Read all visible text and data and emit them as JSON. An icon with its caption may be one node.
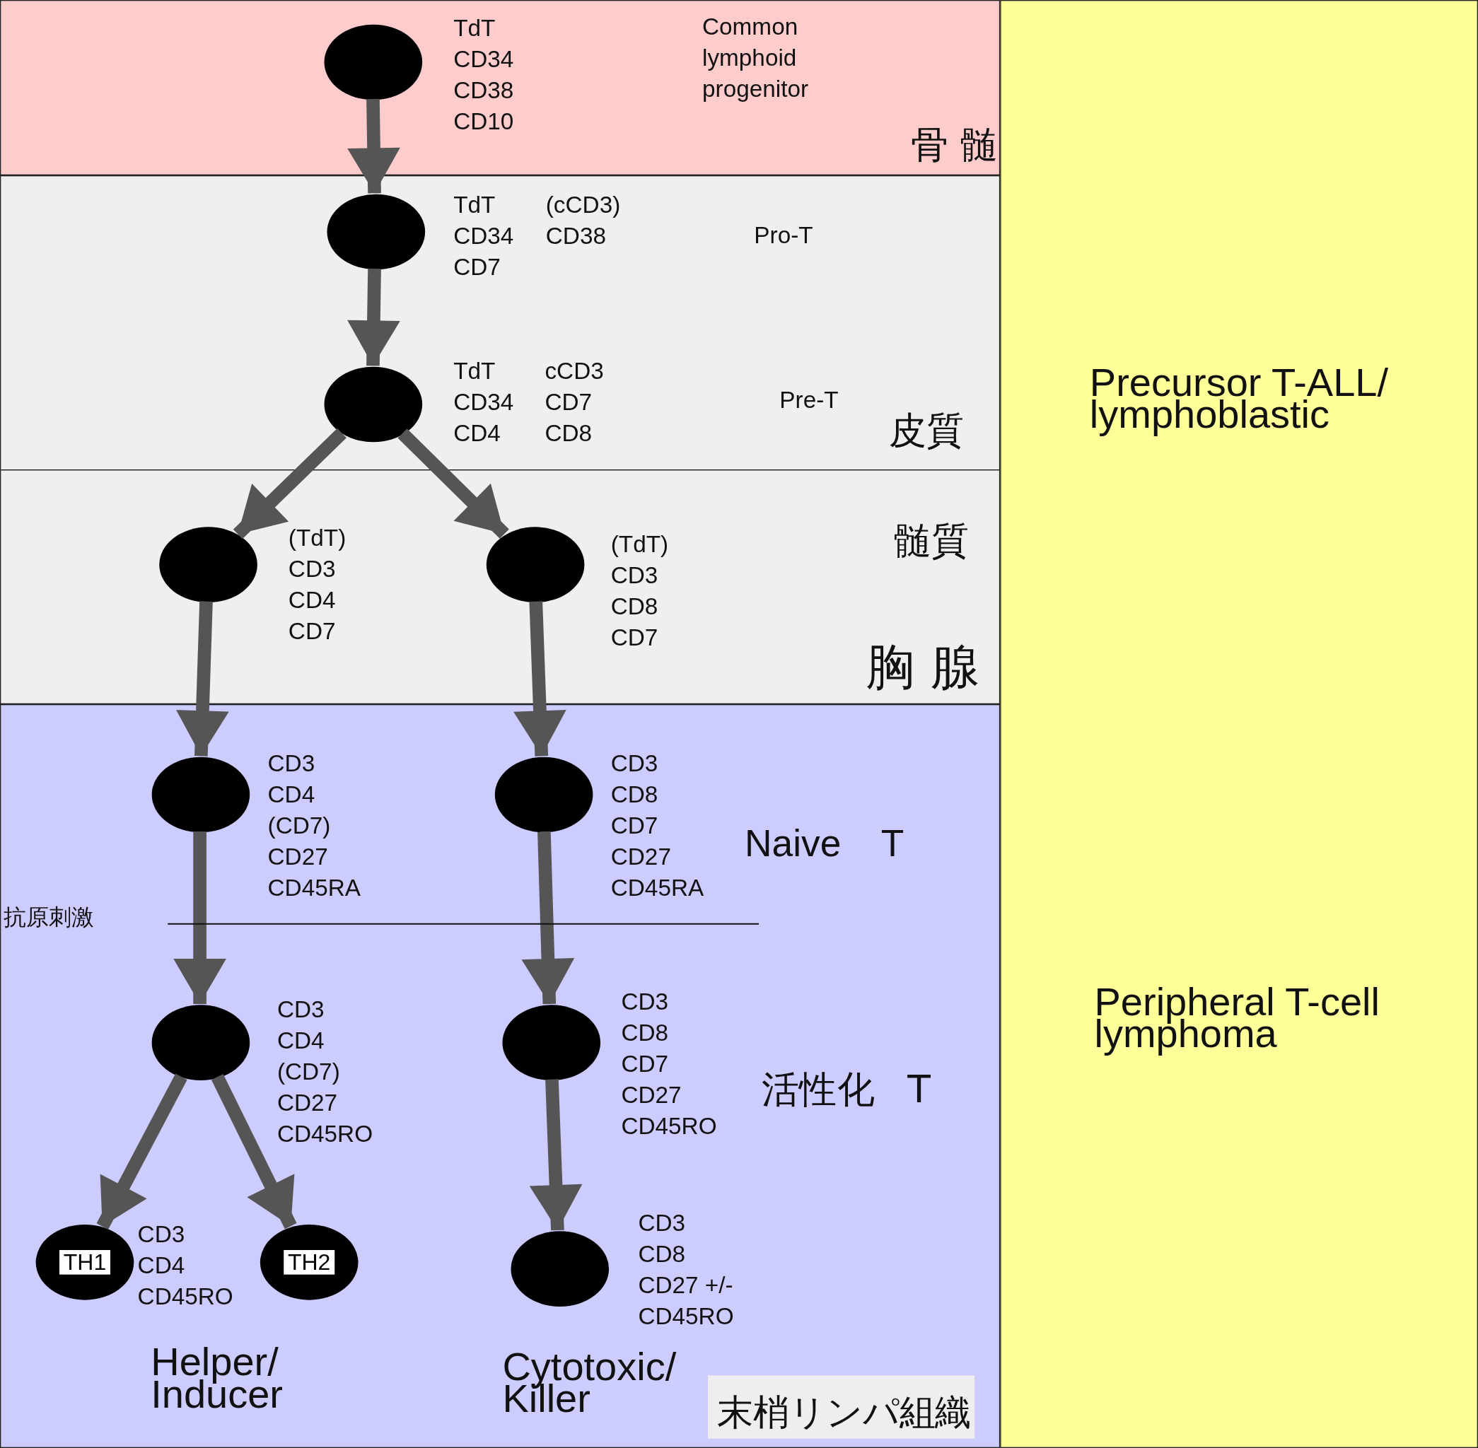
{
  "diagram": {
    "nodes": [
      {
        "text": [
          "骨 髄"
        ]
      },
      {
        "text": [
          "胸 腺"
        ]
      },
      {
        "text": [
          "皮質"
        ],
        "in": 1
      },
      {
        "text": [
          "髄質"
        ],
        "in": 1
      },
      {
        "text": [
          "末梢リンパ組織"
        ]
      },
      {
        "text": [
          "Precursor T-ALL/ lymphoblastic",
          "Peripheral T-cell lymphoma"
        ]
      },
      {
        "text": [],
        "shape": "circle",
        "in": 0,
        "beside": [
          "TdT CD34 CD38 CD10"
        ]
      },
      {
        "text": [],
        "shape": "circle",
        "in": 2,
        "beside": [
          "TdT CD34 CD7",
          "(cCD3) CD38"
        ]
      },
      {
        "text": [],
        "shape": "circle",
        "in": 2,
        "beside": [
          "TdT CD34 CD4",
          "cCD3 CD7 CD8"
        ]
      },
      {
        "text": [],
        "shape": "circle",
        "in": 3,
        "beside": [
          "(TdT) CD3 CD4 CD7"
        ]
      },
      {
        "text": [],
        "shape": "circle",
        "in": 3,
        "beside": [
          "(TdT) CD3 CD8 CD7"
        ]
      },
      {
        "text": [],
        "shape": "circle",
        "in": 4,
        "beside": [
          "CD3 CD4 (CD7) CD27 CD45RA"
        ]
      },
      {
        "text": [],
        "shape": "circle",
        "in": 4,
        "beside": [
          "CD3 CD8 CD7 CD27 CD45RA"
        ]
      },
      {
        "text": [],
        "shape": "circle",
        "in": 4,
        "beside": [
          "CD3 CD4 (CD7) CD27 CD45RO"
        ]
      },
      {
        "text": [],
        "shape": "circle",
        "in": 4,
        "beside": [
          "CD3 CD8 CD7 CD27 CD45RO"
        ]
      },
      {
        "text": [
          "TH1"
        ],
        "in": 4,
        "beside": [
          "CD3 CD4 CD45RO"
        ]
      },
      {
        "text": [
          "TH2"
        ],
        "in": 4
      },
      {
        "text": [],
        "shape": "circle",
        "in": 4,
        "beside": [
          "CD3 CD8 CD27 +/- CD45RO"
        ]
      }
    ],
    "edges": [
      {
        "from": 6,
        "to": 7,
        "arrow": "to"
      },
      {
        "from": 7,
        "to": 8,
        "arrow": "to"
      },
      {
        "from": 8,
        "to": 9,
        "arrow": "to"
      },
      {
        "from": 8,
        "to": 10,
        "arrow": "to"
      },
      {
        "from": 9,
        "to": 11,
        "arrow": "to"
      },
      {
        "from": 10,
        "to": 12,
        "arrow": "to"
      },
      {
        "from": 11,
        "to": 13,
        "arrow": "to"
      },
      {
        "from": 12,
        "to": 14,
        "arrow": "to"
      },
      {
        "from": 13,
        "to": 15,
        "arrow": "to"
      },
      {
        "from": 13,
        "to": 16,
        "arrow": "to"
      },
      {
        "from": 14,
        "to": 17,
        "arrow": "to"
      }
    ],
    "labels": [
      "Common lymphoid progenitor",
      "Pro-T",
      "Pre-T",
      "Naive T",
      "抗原刺激",
      "活性化 T",
      "Helper/ Inducer",
      "Cytotoxic/ Killer"
    ]
  }
}
